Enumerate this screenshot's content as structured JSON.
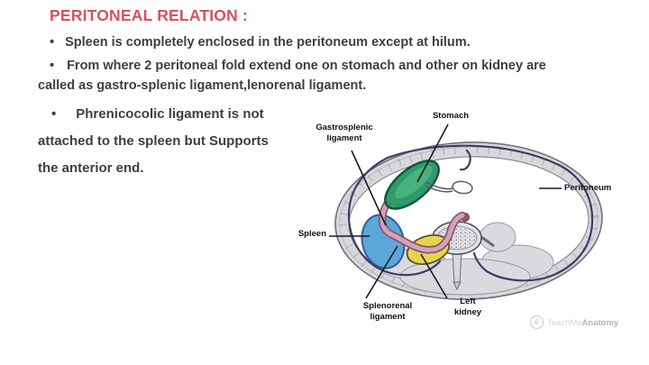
{
  "slide": {
    "title": "PERITONEAL RELATION :",
    "bullets": [
      "Spleen is completely enclosed in the peritoneum except at hilum.",
      "From where 2 peritoneal fold extend one on stomach and other  on kidney are called as gastro-splenic ligament,lenorenal ligament.",
      "Phrenicocolic ligament is not attached to the spleen but Supports the anterior end."
    ]
  },
  "diagram": {
    "description": "Transverse cross-section of abdomen showing peritoneal relations of the spleen",
    "labels": {
      "gastrosplenic": "Gastrosplenic\nligament",
      "stomach": "Stomach",
      "peritoneum": "Peritoneum",
      "spleen": "Spleen",
      "splenorenal": "Splenorenal\nligament",
      "left_kidney": "Left\nkidney"
    },
    "colors": {
      "title_red": "#d5515f",
      "stomach_green": "#2f9a6a",
      "stomach_outline": "#17543c",
      "spleen_blue": "#5da6d8",
      "spleen_outline": "#2e5e9e",
      "kidney_yellow": "#e7d44e",
      "kidney_outline": "#55553c",
      "ligament_pink": "#d2a3ba",
      "ligament_outline": "#8e5570",
      "peritoneum_navy": "#3e3e66",
      "body_wall_gray": "#d8d8dc"
    }
  },
  "watermark": {
    "symbol": "©",
    "brand_light": "TeachMe",
    "brand_dark": "Anatomy"
  }
}
